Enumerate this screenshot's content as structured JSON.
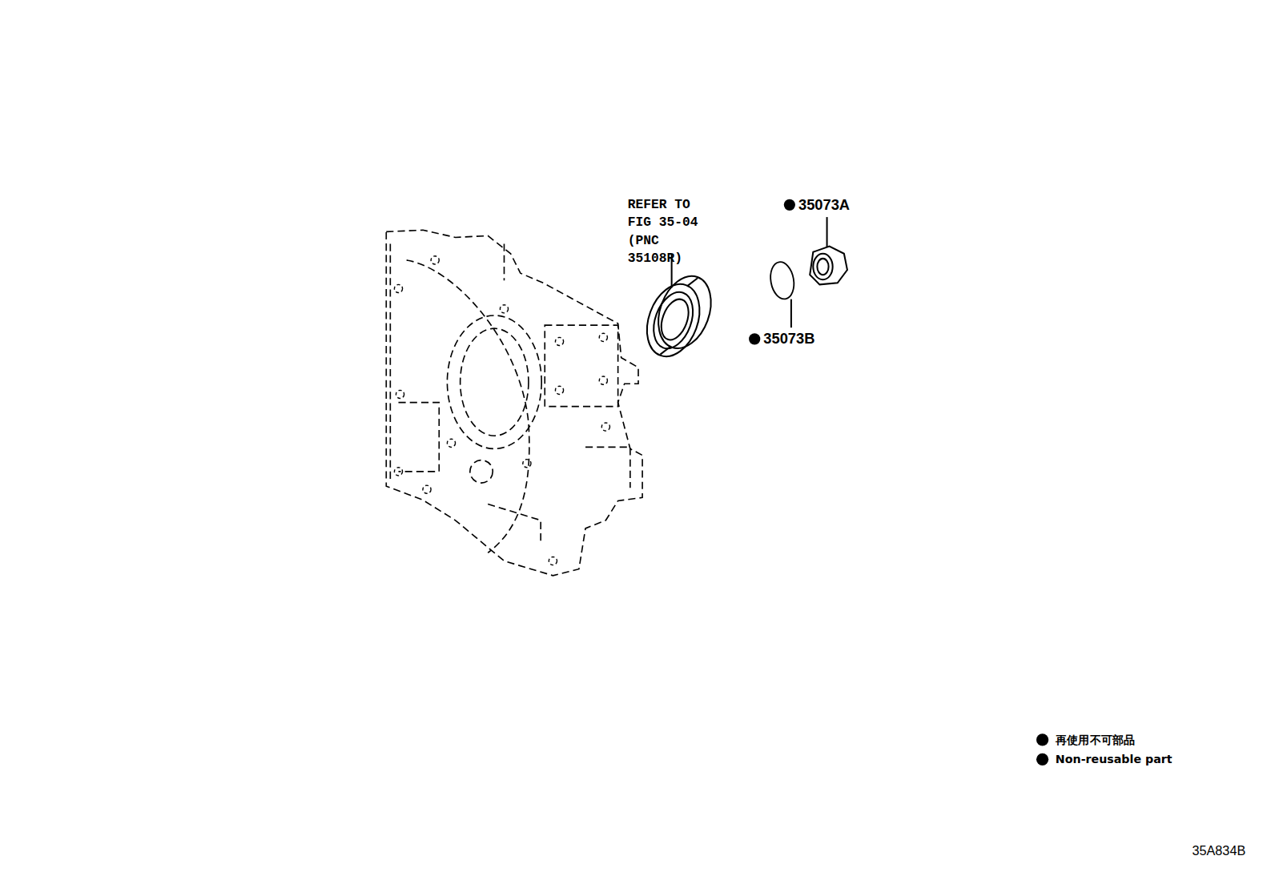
{
  "diagram": {
    "labels": [
      "REFER TO FIG 35-04 (PNC 35108R)",
      "35073A",
      "35073B",
      "35A834B"
    ],
    "legend": [
      {
        "text": "再使用不可部品"
      },
      {
        "text": "Non-reusable part"
      }
    ]
  }
}
